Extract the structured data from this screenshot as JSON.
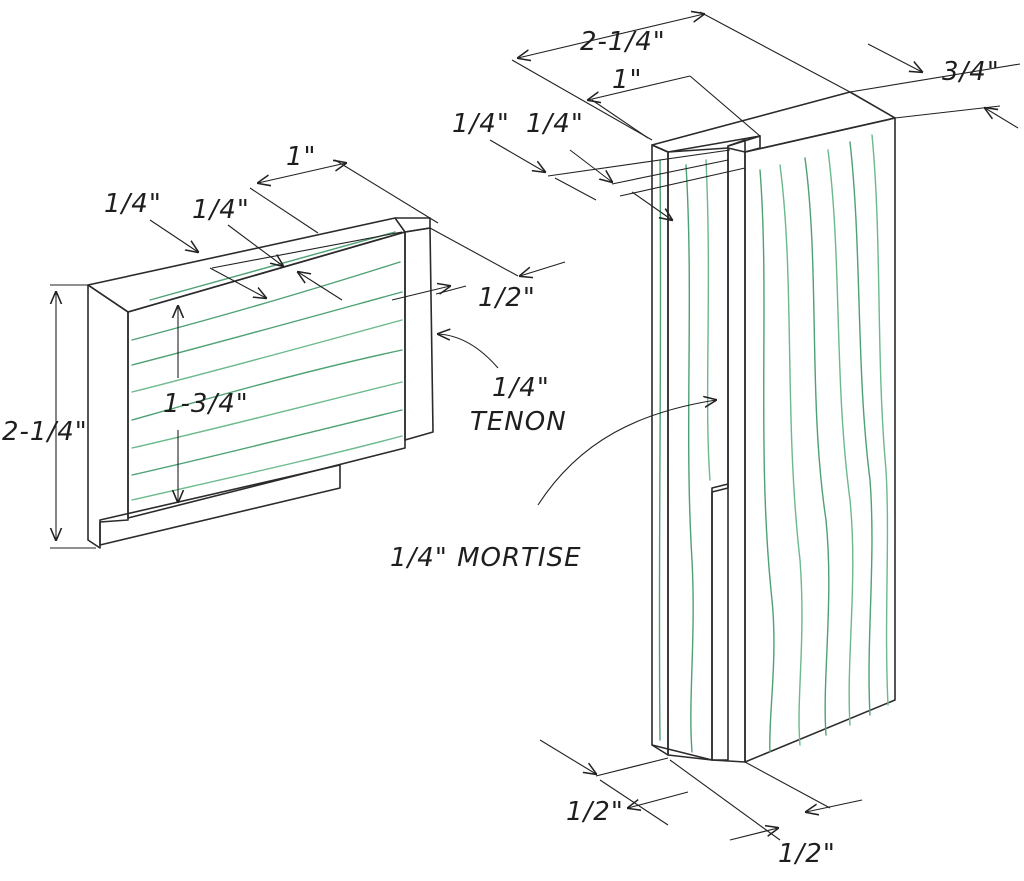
{
  "colors": {
    "wood_light": "#c7ead4",
    "wood_mid": "#8fd0a8",
    "wood_dark": "#5aa97e",
    "grain": "#3e9466",
    "ink": "#1e1e1e"
  },
  "tenon_piece": {
    "labels": {
      "width_total": "2-1/4\"",
      "shoulder_height": "1-3/4\"",
      "tenon_length": "1\"",
      "cheek_left": "1/4\"",
      "cheek_right": "1/4\"",
      "shoulder_offset": "1/2\"",
      "tenon_thickness": "1/4\"",
      "tenon_caption": "TENON"
    }
  },
  "mortise_piece": {
    "labels": {
      "width_total": "2-1/4\"",
      "mortise_depth": "1\"",
      "thickness": "3/4\"",
      "wall_left": "1/4\"",
      "wall_right": "1/4\"",
      "mortise_caption": "1/4\" MORTISE",
      "bottom_left": "1/2\"",
      "bottom_right": "1/2\""
    }
  }
}
